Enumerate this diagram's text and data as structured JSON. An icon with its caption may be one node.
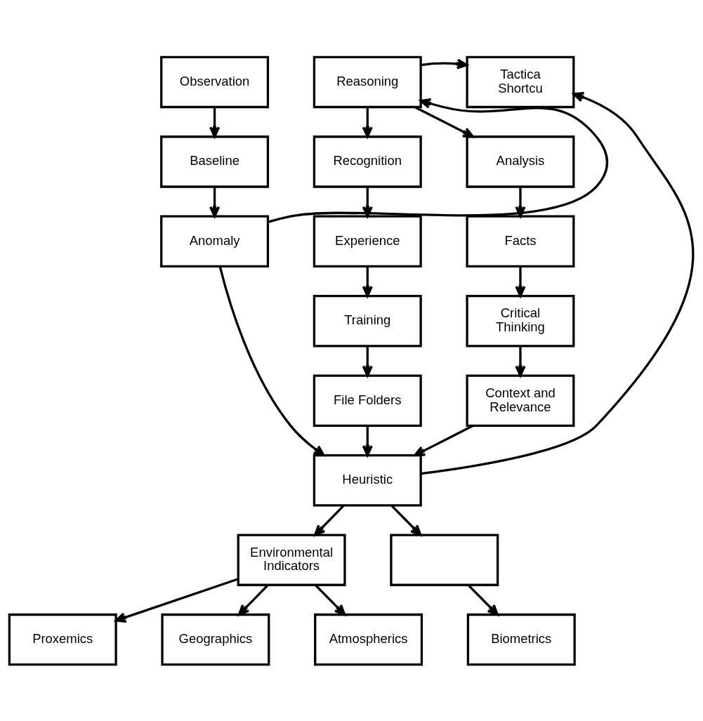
{
  "diagram": {
    "nodes": [
      {
        "text": [
          "Observation"
        ]
      },
      {
        "text": [
          "Reasoning"
        ]
      },
      {
        "text": [
          "Tactica Shortcu"
        ]
      },
      {
        "text": [
          "Baseline"
        ]
      },
      {
        "text": [
          "Recognition"
        ]
      },
      {
        "text": [
          "Analysis"
        ]
      },
      {
        "text": [
          "Anomaly"
        ]
      },
      {
        "text": [
          "Experience"
        ]
      },
      {
        "text": [
          "Facts"
        ]
      },
      {
        "text": [
          "Training"
        ]
      },
      {
        "text": [
          "Critical Thinking"
        ]
      },
      {
        "text": [
          "File Folders"
        ]
      },
      {
        "text": [
          "Context and Relevance"
        ]
      },
      {
        "text": [
          "Heuristic"
        ]
      },
      {
        "text": [
          "Environmental Indicators"
        ]
      },
      {
        "text": [],
        "shape": "box"
      },
      {
        "text": [
          "Proxemics"
        ]
      },
      {
        "text": [
          "Geographics"
        ]
      },
      {
        "text": [
          "Atmospherics"
        ]
      },
      {
        "text": [
          "Biometrics"
        ]
      }
    ],
    "edges": [
      {
        "from": 0,
        "to": 3,
        "arrow": "to"
      },
      {
        "from": 3,
        "to": 6,
        "arrow": "to"
      },
      {
        "from": 6,
        "to": 1,
        "arrow": "to"
      },
      {
        "from": 6,
        "to": 13,
        "arrow": "to"
      },
      {
        "from": 1,
        "to": 2,
        "arrow": "to"
      },
      {
        "from": 1,
        "to": 4,
        "arrow": "to"
      },
      {
        "from": 1,
        "to": 5,
        "arrow": "to"
      },
      {
        "from": 4,
        "to": 7,
        "arrow": "to"
      },
      {
        "from": 7,
        "to": 9,
        "arrow": "to"
      },
      {
        "from": 9,
        "to": 11,
        "arrow": "to"
      },
      {
        "from": 11,
        "to": 13,
        "arrow": "to"
      },
      {
        "from": 5,
        "to": 8,
        "arrow": "to"
      },
      {
        "from": 8,
        "to": 10,
        "arrow": "to"
      },
      {
        "from": 10,
        "to": 12,
        "arrow": "to"
      },
      {
        "from": 12,
        "to": 13,
        "arrow": "to"
      },
      {
        "from": 13,
        "to": 2,
        "arrow": "to"
      },
      {
        "from": 13,
        "to": 14,
        "arrow": "to"
      },
      {
        "from": 13,
        "to": 15,
        "arrow": "to"
      },
      {
        "from": 14,
        "to": 16,
        "arrow": "to"
      },
      {
        "from": 14,
        "to": 17,
        "arrow": "to"
      },
      {
        "from": 14,
        "to": 18,
        "arrow": "to"
      },
      {
        "from": 15,
        "to": 19,
        "arrow": "to"
      }
    ]
  }
}
